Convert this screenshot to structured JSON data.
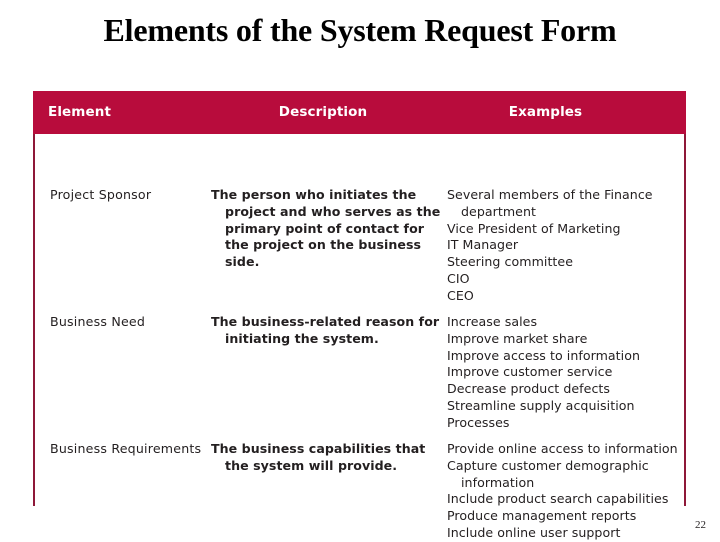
{
  "slide": {
    "title": "Elements of the System Request Form",
    "page_number": "22",
    "accent_color": "#b80c3c",
    "border_color": "#8e1838",
    "header_text_color": "#ffffff",
    "body_text_color": "#231f20"
  },
  "table": {
    "headers": {
      "element": "Element",
      "description": "Description",
      "examples": "Examples"
    },
    "rows": [
      {
        "element": "Project Sponsor",
        "description": "The person who initiates the project and who serves as the primary point of contact for the project on the business side.",
        "examples": [
          "Several members of the Finance department",
          "Vice President of Marketing",
          "IT Manager",
          "Steering committee",
          "CIO",
          "CEO"
        ]
      },
      {
        "element": "Business Need",
        "description": "The business-related reason for initiating the system.",
        "examples": [
          "Increase sales",
          "Improve market share",
          "Improve access to information",
          "Improve customer service",
          "Decrease product defects",
          "Streamline supply acquisition",
          "Processes"
        ]
      },
      {
        "element": "Business Requirements",
        "description": "The business capabilities that the system will provide.",
        "examples": [
          "Provide online access to information",
          "Capture customer demographic information",
          "Include product search capabilities",
          "Produce management reports",
          "Include online user support"
        ]
      }
    ]
  }
}
